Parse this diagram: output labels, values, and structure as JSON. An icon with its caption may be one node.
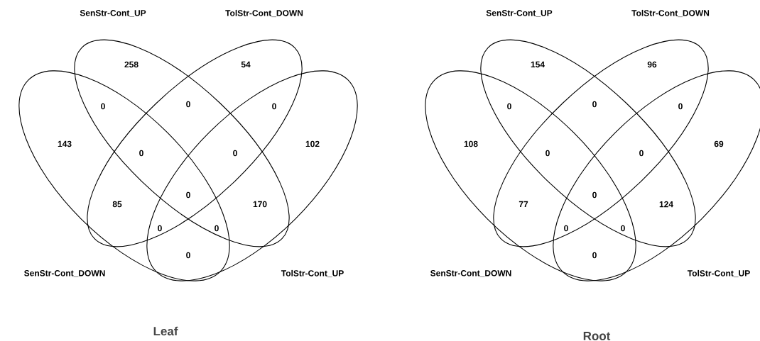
{
  "diagram": {
    "nodes": [
      {
        "text": [
          "SenStr-Cont_UP"
        ]
      },
      {
        "text": [
          "TolStr-Cont_DOWN"
        ]
      },
      {
        "text": [
          "SenStr-Cont_DOWN"
        ]
      },
      {
        "text": [
          "TolStr-Cont_UP"
        ]
      },
      {
        "text": [
          "SenStr-Cont_UP"
        ]
      },
      {
        "text": [
          "TolStr-Cont_DOWN"
        ]
      },
      {
        "text": [
          "SenStr-Cont_DOWN"
        ]
      },
      {
        "text": [
          "TolStr-Cont_UP"
        ]
      }
    ],
    "labels": [
      "258",
      "54",
      "0",
      "0",
      "0",
      "143",
      "0",
      "0",
      "102",
      "85",
      "0",
      "170",
      "0",
      "0",
      "0",
      "154",
      "96",
      "0",
      "0",
      "0",
      "108",
      "0",
      "0",
      "69",
      "77",
      "0",
      "124",
      "0",
      "0",
      "0",
      "Leaf",
      "Root"
    ]
  }
}
